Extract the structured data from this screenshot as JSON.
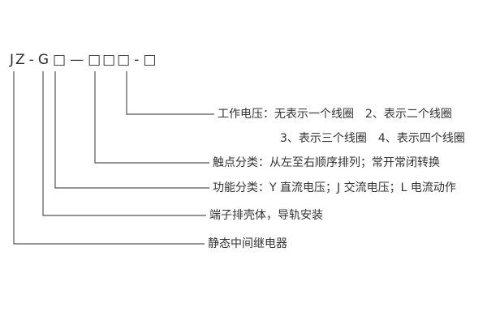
{
  "page": {
    "background": "#ffffff",
    "line_color": "#555555",
    "text_color": "#333333"
  },
  "code": {
    "full": "JZ-G□—□□□-□",
    "parts": [
      "JZ",
      "-",
      "G",
      "□",
      "—",
      "□□□",
      "-",
      "□"
    ]
  },
  "labels": [
    {
      "id": "working-voltage",
      "text": "工作电压：无表示一个线圈　2、表示二个线圈"
    },
    {
      "id": "working-voltage-cont",
      "text": "3、表示三个线圈　4、表示四个线圈"
    },
    {
      "id": "contact-class",
      "text": "触点分类：从左至右顺序排列；常开常闭转换"
    },
    {
      "id": "function-class",
      "text": "功能分类：Y 直流电压；J 交流电压；L 电流动作"
    },
    {
      "id": "housing",
      "text": "端子排壳体，导轨安装"
    },
    {
      "id": "relay-type",
      "text": "静态中间继电器"
    }
  ]
}
